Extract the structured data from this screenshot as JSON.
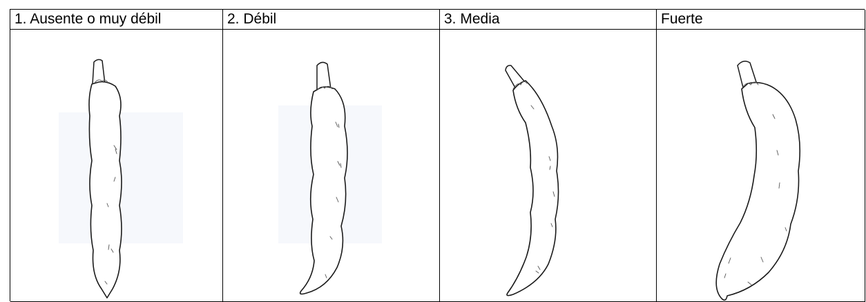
{
  "columns": [
    {
      "label": "1. Ausente o muy débil",
      "illustration": "pod-curvature-absent-icon"
    },
    {
      "label": "2. Débil",
      "illustration": "pod-curvature-weak-icon"
    },
    {
      "label": "3. Media",
      "illustration": "pod-curvature-medium-icon"
    },
    {
      "label": "Fuerte",
      "illustration": "pod-curvature-strong-icon"
    }
  ]
}
